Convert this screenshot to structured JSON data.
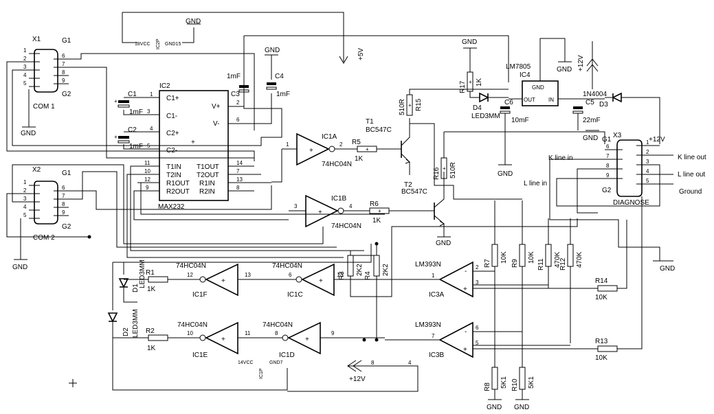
{
  "power": {
    "gnd": "GND",
    "plus5": "+5V",
    "plus12": "+12V",
    "vcc": "18VCC",
    "gnd15": "GND15",
    "c2p": "IC2P",
    "c1p": "IC1P",
    "c1vcc": "14VCC",
    "c1gnd": "GND7"
  },
  "connectors": {
    "x1": {
      "ref": "X1",
      "shield1": "G1",
      "shield2": "G2",
      "caption": "COM 1",
      "pins_left": [
        "1",
        "2",
        "3",
        "4",
        "5"
      ],
      "pins_right": [
        "6",
        "7",
        "8",
        "9"
      ]
    },
    "x2": {
      "ref": "X2",
      "shield1": "G1",
      "shield2": "G2",
      "caption": "COM 2",
      "pins_left": [
        "1",
        "2",
        "3",
        "4",
        "5"
      ],
      "pins_right": [
        "6",
        "7",
        "8",
        "9"
      ]
    },
    "x3": {
      "ref": "X3",
      "shield1": "G1",
      "shield2": "G2",
      "caption": "DIAGNOSE",
      "pins_left": [
        "6",
        "7",
        "8",
        "9"
      ],
      "pins_right": [
        "1",
        "2",
        "3",
        "4",
        "5"
      ]
    }
  },
  "max232": {
    "ref": "IC2",
    "part": "MAX232",
    "left_pins": [
      {
        "n": "1",
        "name": "C1+"
      },
      {
        "n": "3",
        "name": "C1-"
      },
      {
        "n": "4",
        "name": "C2+"
      },
      {
        "n": "5",
        "name": "C2-"
      },
      {
        "n": "11",
        "name": "T1IN"
      },
      {
        "n": "10",
        "name": "T2IN"
      },
      {
        "n": "12",
        "name": "R1OUT"
      },
      {
        "n": "9",
        "name": "R2OUT"
      }
    ],
    "right_pins": [
      {
        "n": "2",
        "name": "V+"
      },
      {
        "n": "6",
        "name": "V-"
      },
      {
        "n": "14",
        "name": "T1OUT"
      },
      {
        "n": "7",
        "name": "T2OUT"
      },
      {
        "n": "13",
        "name": "R1IN"
      },
      {
        "n": "8",
        "name": "R2IN"
      }
    ]
  },
  "caps": {
    "c1": {
      "ref": "C1",
      "value": "1mF"
    },
    "c2": {
      "ref": "C2",
      "value": "1mF"
    },
    "c3": {
      "ref": "C3",
      "value": "1mF"
    },
    "c4": {
      "ref": "C4",
      "value": "1mF"
    },
    "c5": {
      "ref": "C5",
      "value": "22mF"
    },
    "c6": {
      "ref": "C6",
      "value": "10mF"
    }
  },
  "inverters": {
    "ic1a": {
      "ref": "IC1A",
      "part": "74HC04N",
      "in": "1",
      "out": "2"
    },
    "ic1b": {
      "ref": "IC1B",
      "part": "74HC04N",
      "in": "3",
      "out": "4"
    },
    "ic1c": {
      "ref": "IC1C",
      "part": "74HC04N",
      "in": "13",
      "out": "6"
    },
    "ic1d": {
      "ref": "IC1D",
      "part": "74HC04N",
      "in": "9",
      "out": "8"
    },
    "ic1e": {
      "ref": "IC1E",
      "part": "74HC04N",
      "in": "11",
      "out": "10"
    },
    "ic1f": {
      "ref": "IC1F",
      "part": "74HC04N",
      "in": "13",
      "out": "12"
    }
  },
  "transistors": {
    "t1": {
      "ref": "T1",
      "part": "BC547C"
    },
    "t2": {
      "ref": "T2",
      "part": "BC547C"
    }
  },
  "resistors": {
    "r1": {
      "ref": "R1",
      "value": "1K"
    },
    "r2": {
      "ref": "R2",
      "value": "1K"
    },
    "r3": {
      "ref": "R3",
      "value": "2K2"
    },
    "r4": {
      "ref": "R4",
      "value": "2K2"
    },
    "r5": {
      "ref": "R5",
      "value": "1K"
    },
    "r6": {
      "ref": "R6",
      "value": "1K"
    },
    "r7": {
      "ref": "R7",
      "value": "10K"
    },
    "r8": {
      "ref": "R8",
      "value": "5K1"
    },
    "r9": {
      "ref": "R9",
      "value": "10K"
    },
    "r10": {
      "ref": "R10",
      "value": "5K1"
    },
    "r11": {
      "ref": "R11",
      "value": "470K"
    },
    "r12": {
      "ref": "R12",
      "value": "470K"
    },
    "r13": {
      "ref": "R13",
      "value": "10K"
    },
    "r14": {
      "ref": "R14",
      "value": "10K"
    },
    "r15": {
      "ref": "R15",
      "value": "510R"
    },
    "r16": {
      "ref": "R16",
      "value": "510R"
    },
    "r17": {
      "ref": "R17",
      "value": "1K"
    }
  },
  "leds": {
    "d1": {
      "ref": "D1",
      "part": "LED3MM"
    },
    "d2": {
      "ref": "D2",
      "part": "LED3MM"
    },
    "d4": {
      "ref": "D4",
      "part": "LED3MM"
    }
  },
  "diode": {
    "ref": "D3",
    "part": "1N4004"
  },
  "regulator": {
    "ref": "IC4",
    "part": "LM7805",
    "gnd": "GND",
    "out": "OUT",
    "in": "IN"
  },
  "comparators": {
    "ic3a": {
      "ref": "IC3A",
      "part": "LM393N",
      "out": "1",
      "in_minus": "2",
      "in_plus": "3"
    },
    "ic3b": {
      "ref": "IC3B",
      "part": "LM393N",
      "out": "7",
      "in_minus": "6",
      "in_plus": "5"
    }
  },
  "labels": {
    "k_line_in": "K line in",
    "k_line_out": "K line out",
    "l_line_out": "L line out",
    "l_line_in": "L line in",
    "ground": "Ground",
    "plus12_diag": "+12V"
  },
  "cap_pins": {
    "c1a": "1",
    "c1b": "3",
    "c2a": "4",
    "c2b": "5",
    "v_plus": "2",
    "v_minus": "6"
  },
  "ic3_pins": {
    "p8": "8",
    "p4": "4"
  }
}
